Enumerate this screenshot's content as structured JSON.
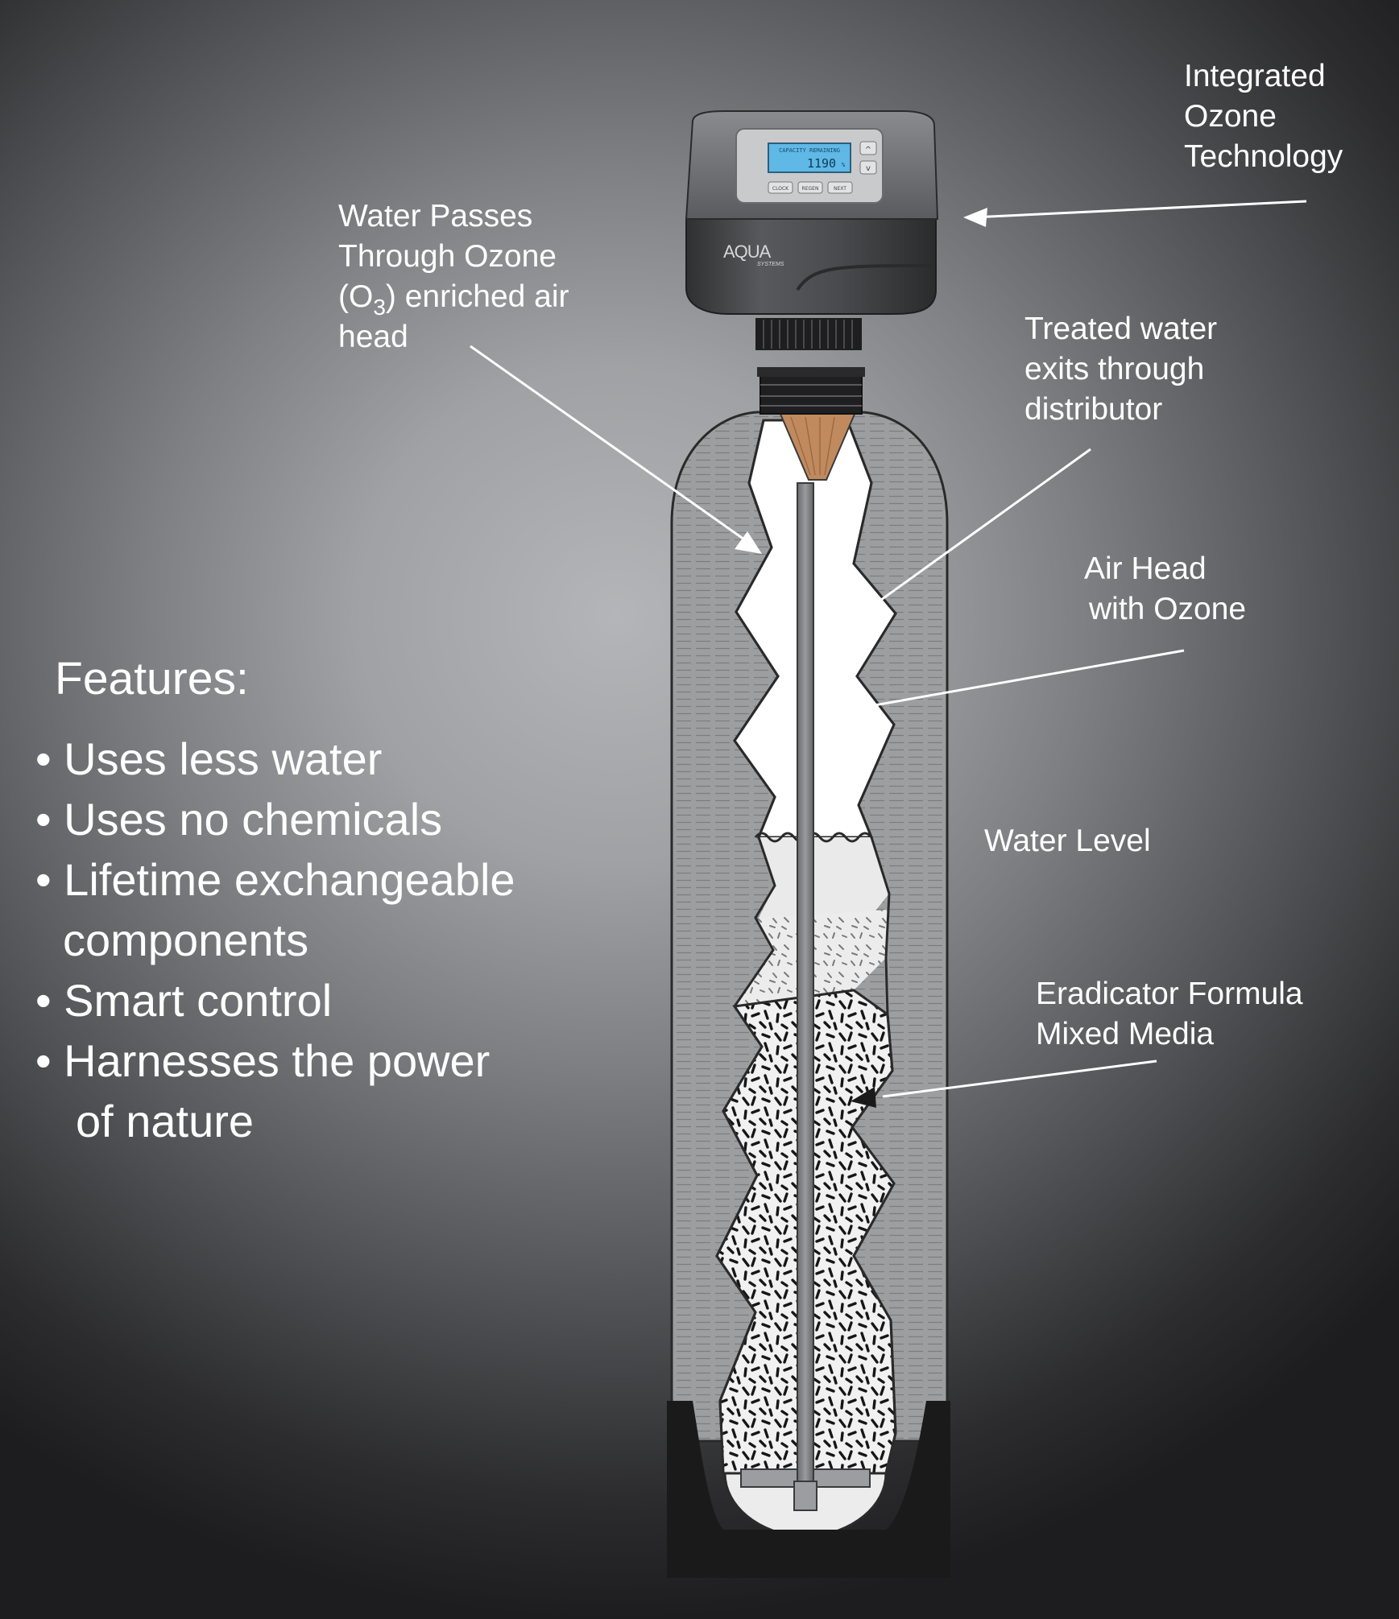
{
  "labels": {
    "ozone_tech": [
      "Integrated",
      "Ozone",
      "Technology"
    ],
    "water_passes": {
      "line1": "Water Passes",
      "line2": "Through Ozone",
      "line3_pre": "(O",
      "line3_sub": "3",
      "line3_post": ") enriched air",
      "line4": "head"
    },
    "treated_water": [
      "Treated water",
      "exits through",
      "distributor"
    ],
    "air_head": [
      "Air Head",
      "with Ozone"
    ],
    "water_level": "Water Level",
    "media": [
      "Eradicator Formula",
      "Mixed Media"
    ]
  },
  "features": {
    "title": "Features:",
    "items": [
      {
        "bullet": "•",
        "text": "Uses less water"
      },
      {
        "bullet": "•",
        "text": "Uses no chemicals"
      },
      {
        "bullet": "•",
        "text": "Lifetime exchangeable",
        "cont": "components"
      },
      {
        "bullet": "•",
        "text": "Smart control"
      },
      {
        "bullet": "•",
        "text": "Harnesses the power",
        "cont": "of nature"
      }
    ]
  },
  "control_head": {
    "brand": "AQUA",
    "brand_sub": "SYSTEMS",
    "display_label": "CAPACITY REMAINING",
    "display_value": "1190",
    "display_unit": "%",
    "buttons": [
      "CLOCK",
      "REGEN",
      "NEXT"
    ],
    "up": "^",
    "down": "v"
  },
  "colors": {
    "display": "#5fb8e6",
    "distributor": "#c08a5e",
    "head": "#4a4b4e",
    "label": "#ffffff"
  }
}
